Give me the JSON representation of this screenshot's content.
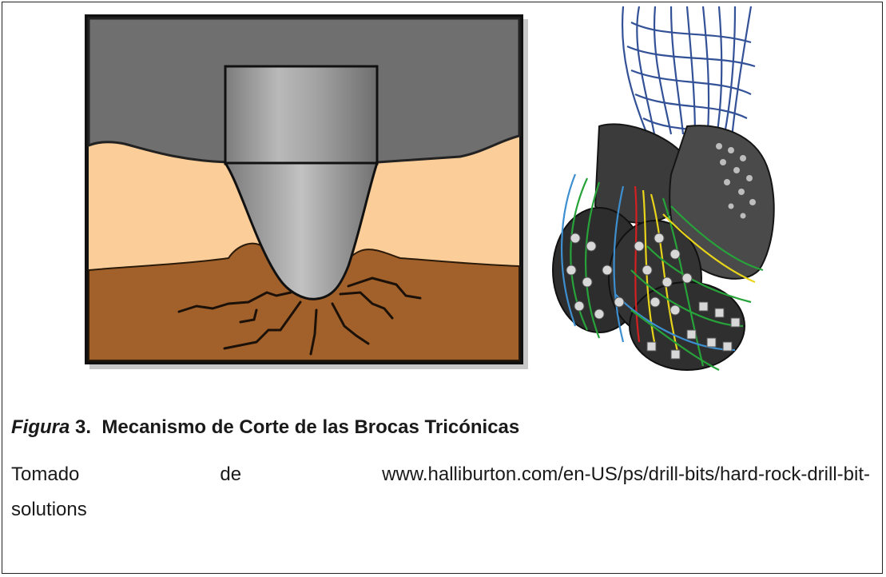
{
  "figure": {
    "label": "Figura",
    "number": "3.",
    "title": "Mecanismo de Corte de las Brocas Tricónicas"
  },
  "source": {
    "w1": "Tomado",
    "w2": "de",
    "w3": "www.halliburton.com/en-US/ps/drill-bits/hard-rock-drill-bit-",
    "line2": "solutions"
  },
  "colors": {
    "steel": "#6f6f6f",
    "sand": "#fbcd98",
    "soil": "#a2612a",
    "bit_gray": "#a7a7a7",
    "flow_blue": "#1e3f8c",
    "flow_green": "#27a33a",
    "flow_yellow": "#e8d41a",
    "flow_red": "#d42020"
  }
}
